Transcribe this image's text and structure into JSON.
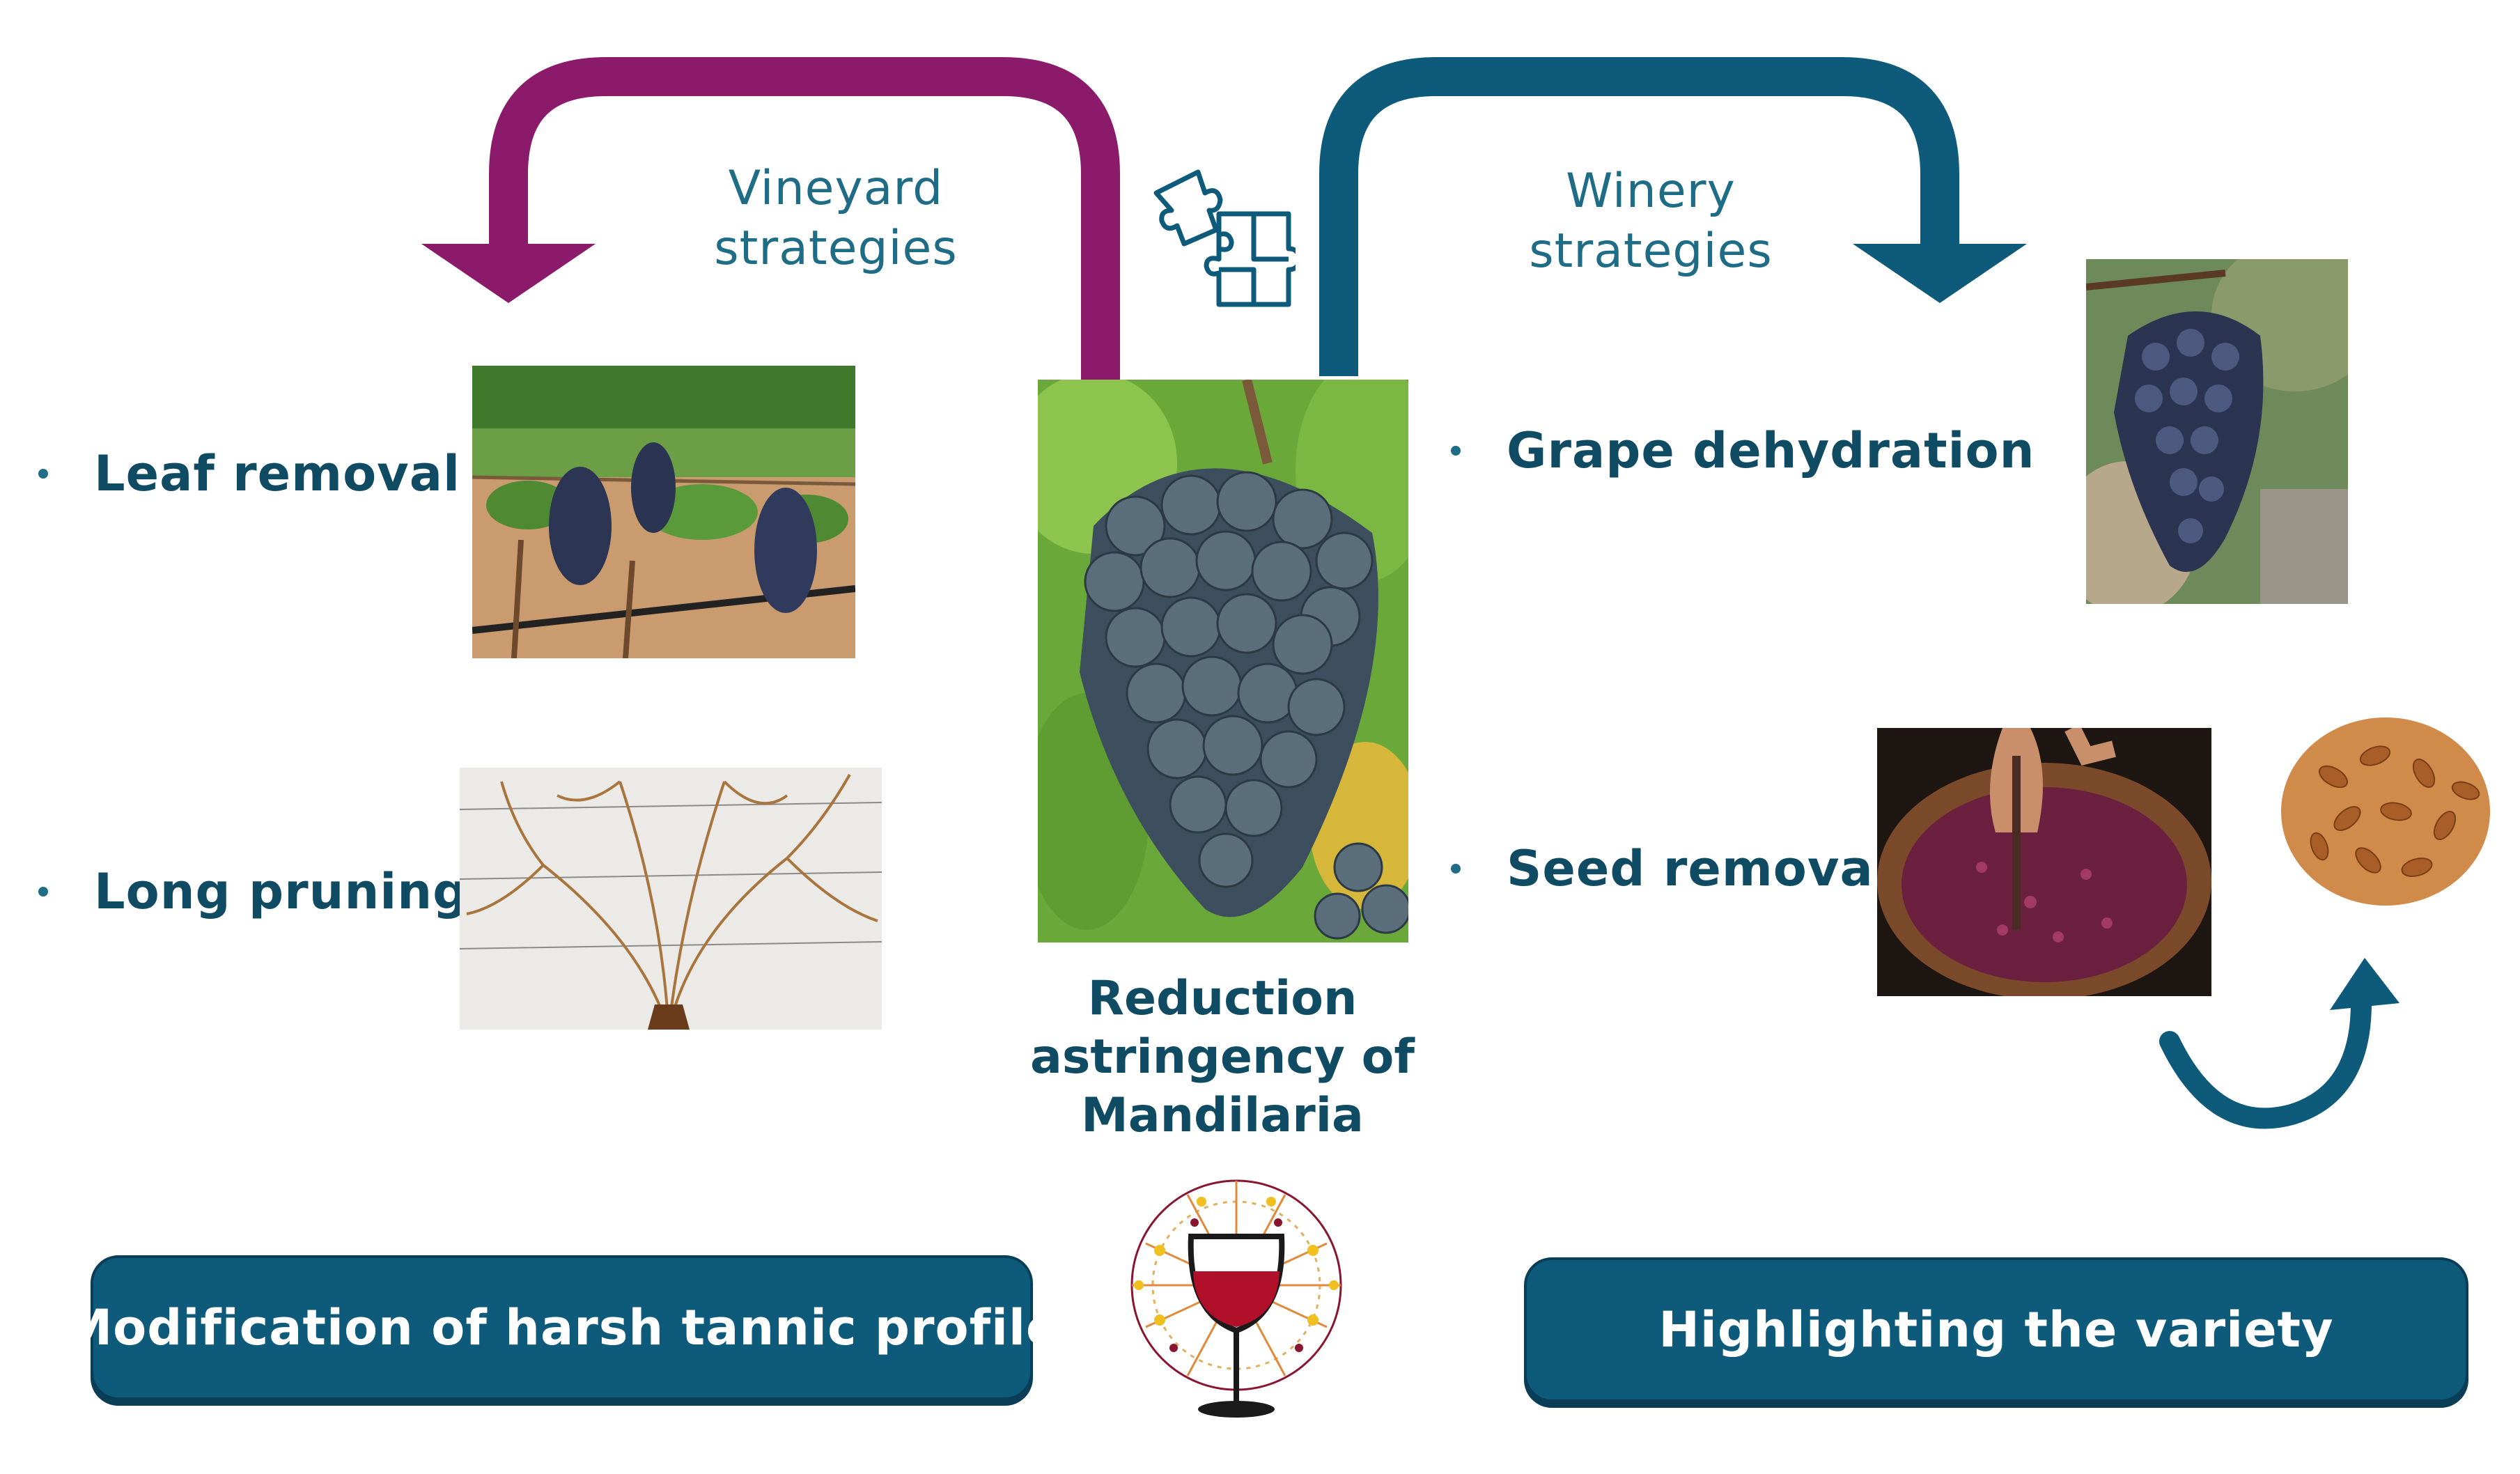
{
  "left": {
    "strategy_label": [
      "Vineyard",
      "strategies"
    ],
    "items": [
      {
        "label": "Leaf removal"
      },
      {
        "label": "Long pruning"
      }
    ],
    "bottom_box": "Modification of harsh tannic profile"
  },
  "right": {
    "strategy_label": [
      "Winery",
      "strategies"
    ],
    "items": [
      {
        "label": "Grape dehydration"
      },
      {
        "label": "Seed removal"
      }
    ],
    "bottom_box": "Highlighting the variety"
  },
  "center": {
    "caption": [
      "Reduction",
      "astringency of",
      "Mandilaria"
    ]
  },
  "colors": {
    "vineyard_arrow": "#8b1a6b",
    "winery_arrow": "#0d5a7a",
    "text_blue": "#0f4b63",
    "box_fill": "#0d5a7a",
    "wine_red": "#b0102a"
  },
  "icons": [
    "puzzle-icon",
    "wine-glass-logo-icon",
    "curved-arrow-icon"
  ]
}
